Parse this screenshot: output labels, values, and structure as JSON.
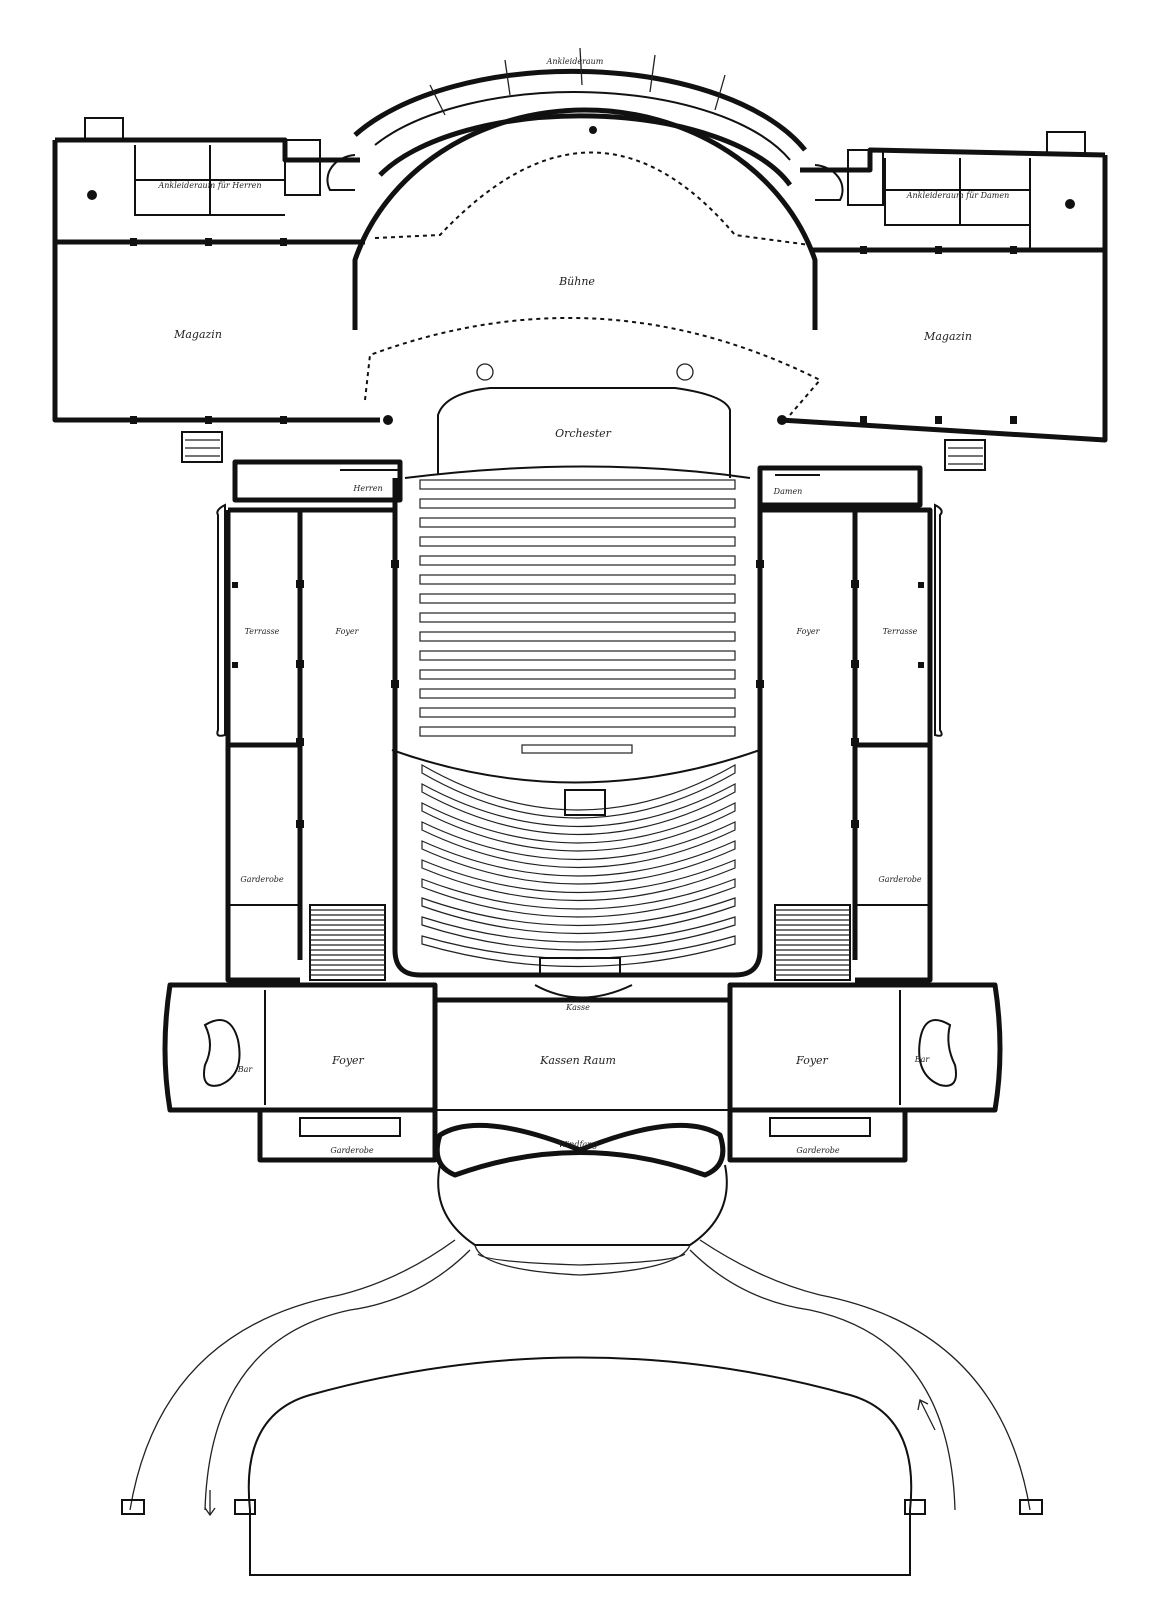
{
  "labels": {
    "stage": "Bühne",
    "magazine_left": "Magazin",
    "magazine_right": "Magazin",
    "dressing_men": "Ankleideraum für Herren",
    "dressing_women": "Ankleideraum für Damen",
    "dressing_top": "Ankleideraum",
    "orchestra": "Orchester",
    "herren": "Herren",
    "damen": "Damen",
    "terrasse_left": "Terrasse",
    "foyer_left": "Foyer",
    "foyer_right": "Foyer",
    "terrasse_right": "Terrasse",
    "garderobe_left": "Garderobe",
    "garderobe_right": "Garderobe",
    "foyer_bottom_left": "Foyer",
    "foyer_bottom_right": "Foyer",
    "bar_left": "Bar",
    "bar_right": "Bar",
    "kasse": "Kasse",
    "kassenraum": "Kassen Raum",
    "windfang": "Windfang",
    "garderobe_bottom_left": "Garderobe",
    "garderobe_bottom_right": "Garderobe"
  }
}
